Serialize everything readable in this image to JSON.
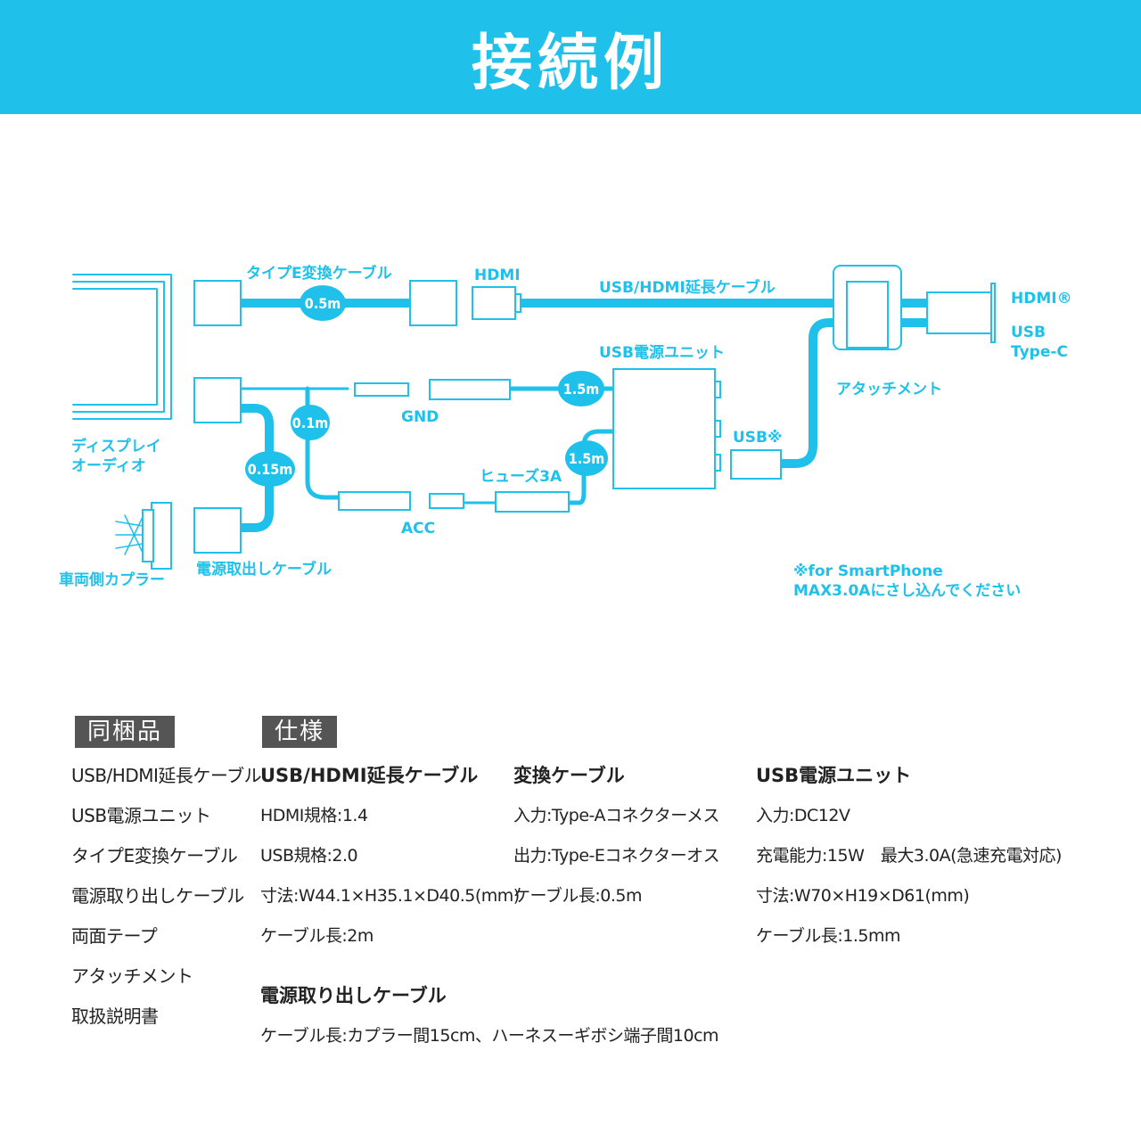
{
  "title": "接続例",
  "colors": {
    "accent": "#1fc1ea",
    "section_bg": "#555555",
    "text": "#222222"
  },
  "diagram": {
    "labels": {
      "type_e_cable": "タイプE変換ケーブル",
      "hdmi_left": "HDMI",
      "usb_hdmi_cable": "USB/HDMI延長ケーブル",
      "hdmi_right": "HDMI®",
      "usb_right_1": "USB",
      "usb_right_2": "Type-C",
      "usb_power_unit": "USB電源ユニット",
      "attachment": "アタッチメント",
      "gnd": "GND",
      "usb_note": "USB※",
      "fuse": "ヒューズ3A",
      "acc": "ACC",
      "display_audio_1": "ディスプレイ",
      "display_audio_2": "オーディオ",
      "vehicle_coupler": "車両側カプラー",
      "power_cable": "電源取出しケーブル",
      "footnote_1": "※for SmartPhone",
      "footnote_2": "MAX3.0Aにさし込んでください"
    },
    "lengths": {
      "type_e": "0.5m",
      "gnd": "0.1m",
      "harness": "0.15m",
      "unit_gnd": "1.5m",
      "unit_acc": "1.5m"
    }
  },
  "contents": {
    "heading": "同梱品",
    "items": [
      "USB/HDMI延長ケーブル",
      "USB電源ユニット",
      "タイプE変換ケーブル",
      "電源取り出しケーブル",
      "両面テープ",
      "アタッチメント",
      "取扱説明書"
    ]
  },
  "specs": {
    "heading": "仕様",
    "usb_hdmi": {
      "title": "USB/HDMI延長ケーブル",
      "rows": [
        "HDMI規格:1.4",
        "USB規格:2.0",
        "寸法:W44.1×H35.1×D40.5(mm)",
        "ケーブル長:2m"
      ]
    },
    "conversion": {
      "title": "変換ケーブル",
      "rows": [
        "入力:Type-Aコネクターメス",
        "出力:Type-Eコネクターオス",
        "ケーブル長:0.5m"
      ]
    },
    "power_unit": {
      "title": "USB電源ユニット",
      "rows": [
        "入力:DC12V",
        "充電能力:15W　最大3.0A(急速充電対応)",
        "寸法:W70×H19×D61(mm)",
        "ケーブル長:1.5mm"
      ]
    },
    "power_cable": {
      "title": "電源取り出しケーブル",
      "rows": [
        "ケーブル長:カプラー間15cm、ハーネスーギボシ端子間10cm"
      ]
    }
  }
}
